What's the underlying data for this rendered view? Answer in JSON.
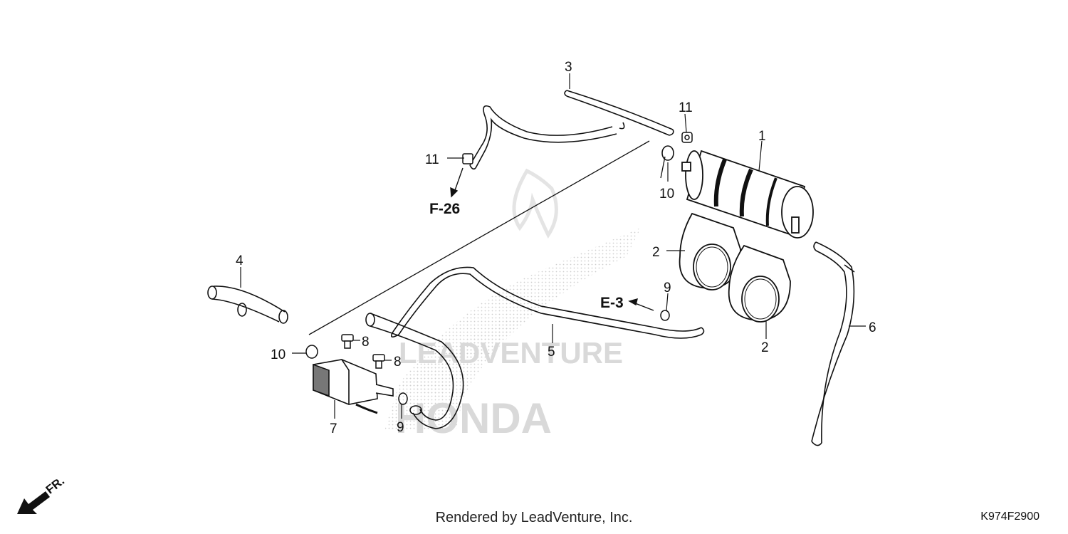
{
  "diagram": {
    "part_labels": [
      {
        "id": "p1",
        "text": "1"
      },
      {
        "id": "p2a",
        "text": "2"
      },
      {
        "id": "p2b",
        "text": "2"
      },
      {
        "id": "p3",
        "text": "3"
      },
      {
        "id": "p4",
        "text": "4"
      },
      {
        "id": "p5",
        "text": "5"
      },
      {
        "id": "p6",
        "text": "6"
      },
      {
        "id": "p7",
        "text": "7"
      },
      {
        "id": "p8a",
        "text": "8"
      },
      {
        "id": "p8b",
        "text": "8"
      },
      {
        "id": "p9a",
        "text": "9"
      },
      {
        "id": "p9b",
        "text": "9"
      },
      {
        "id": "p10a",
        "text": "10"
      },
      {
        "id": "p10b",
        "text": "10"
      },
      {
        "id": "p11a",
        "text": "11"
      },
      {
        "id": "p11b",
        "text": "11"
      }
    ],
    "refs": {
      "f26": "F-26",
      "e3": "E-3"
    },
    "watermark": {
      "brand": "HONDA",
      "dealer": "LEADVENTURE"
    }
  },
  "footer": {
    "rendered_by": "Rendered by LeadVenture, Inc.",
    "diagram_code": "K974F2900",
    "front_indicator": "FR."
  }
}
